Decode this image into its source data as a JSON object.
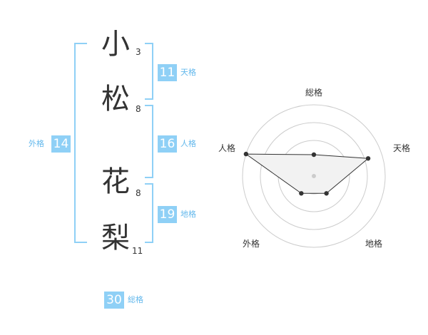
{
  "name": {
    "chars": [
      {
        "char": "小",
        "strokes": "3"
      },
      {
        "char": "松",
        "strokes": "8"
      },
      {
        "char": "花",
        "strokes": "8"
      },
      {
        "char": "梨",
        "strokes": "11"
      }
    ]
  },
  "fortune": {
    "tenkaku": {
      "label": "天格",
      "value": "11"
    },
    "jinkaku": {
      "label": "人格",
      "value": "16"
    },
    "chikaku": {
      "label": "地格",
      "value": "19"
    },
    "gaikaku": {
      "label": "外格",
      "value": "14"
    },
    "soukaku": {
      "label": "総格",
      "value": "30"
    }
  },
  "colors": {
    "accent": "#8fd0f6",
    "label": "#63b8ec"
  },
  "chart_data": {
    "type": "radar",
    "axes": [
      "総格",
      "天格",
      "地格",
      "外格",
      "人格"
    ],
    "values": [
      1.5,
      4,
      1.5,
      1.5,
      5
    ],
    "range": [
      0,
      5
    ],
    "rings": 4
  }
}
